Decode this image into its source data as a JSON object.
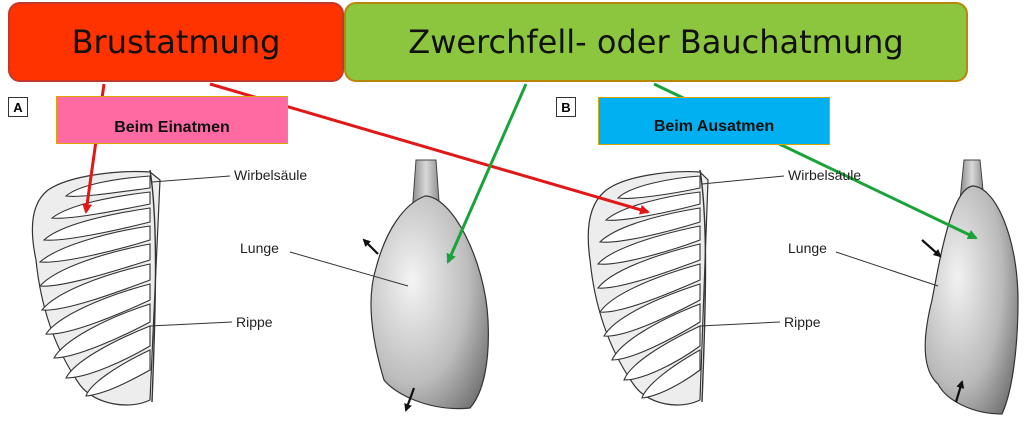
{
  "callouts": {
    "chest": {
      "label": "Brustatmung",
      "color": "#ff3300"
    },
    "diaphragm": {
      "label": "Zwerchfell- oder Bauchatmung",
      "color": "#8cc63f"
    }
  },
  "panels": {
    "a": {
      "letter": "A",
      "phase_label": "Beim Einatmen",
      "phase_color": "#ff6aa3"
    },
    "b": {
      "letter": "B",
      "phase_label": "Beim Ausatmen",
      "phase_color": "#00b0f0"
    }
  },
  "anatomy_labels": {
    "spine": "Wirbelsäule",
    "lung": "Lunge",
    "rib": "Rippe"
  },
  "arrow_colors": {
    "chest": "#e01818",
    "diaphragm": "#1aa33a"
  }
}
